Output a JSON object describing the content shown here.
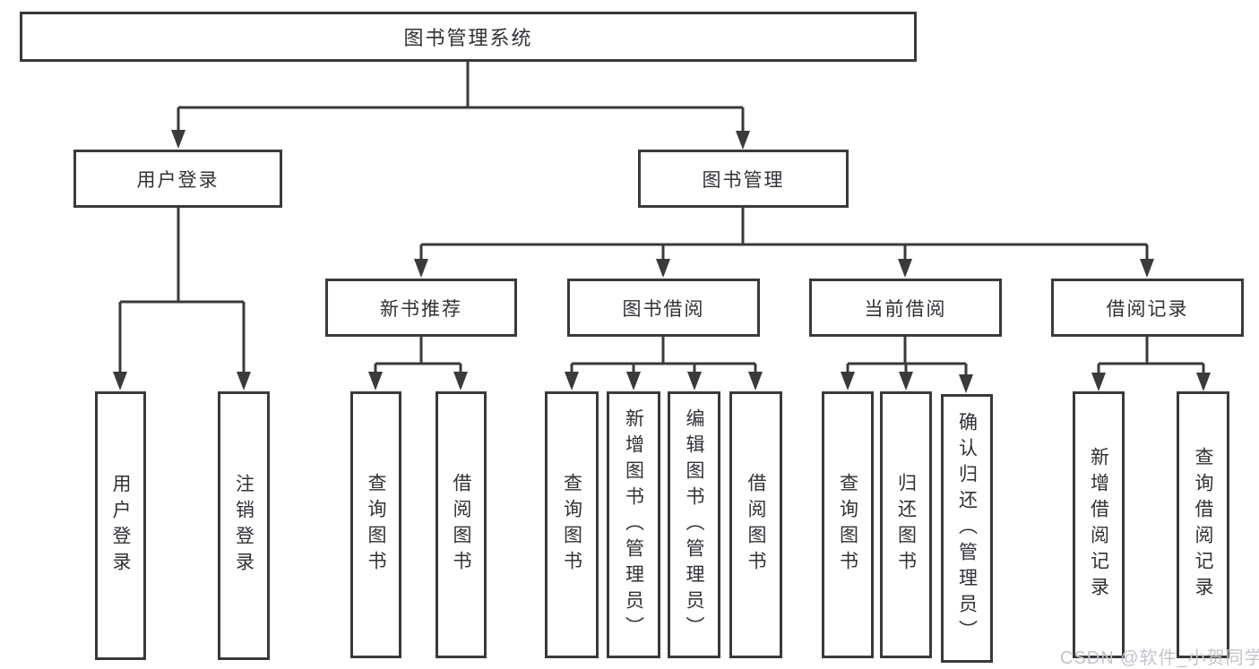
{
  "tree": {
    "label": "图书管理系统",
    "children": [
      {
        "label": "用户登录",
        "children": [
          {
            "label": "用户登录"
          },
          {
            "label": "注销登录"
          }
        ]
      },
      {
        "label": "图书管理",
        "children": [
          {
            "label": "新书推荐",
            "children": [
              {
                "label": "查询图书"
              },
              {
                "label": "借阅图书"
              }
            ]
          },
          {
            "label": "图书借阅",
            "children": [
              {
                "label": "查询图书"
              },
              {
                "label": "新增图书（管理员）"
              },
              {
                "label": "编辑图书（管理员）"
              },
              {
                "label": "借阅图书"
              }
            ]
          },
          {
            "label": "当前借阅",
            "children": [
              {
                "label": "查询图书"
              },
              {
                "label": "归还图书"
              },
              {
                "label": "确认归还（管理员）"
              }
            ]
          },
          {
            "label": "借阅记录",
            "children": [
              {
                "label": "新增借阅记录"
              },
              {
                "label": "查询借阅记录"
              }
            ]
          }
        ]
      }
    ]
  },
  "watermark": "CSDN @软件_小贺同学",
  "colors": {
    "line": "#3a3a3a",
    "text": "#2f3236",
    "watermark": "#c2c5cb",
    "background": "#ffffff"
  }
}
